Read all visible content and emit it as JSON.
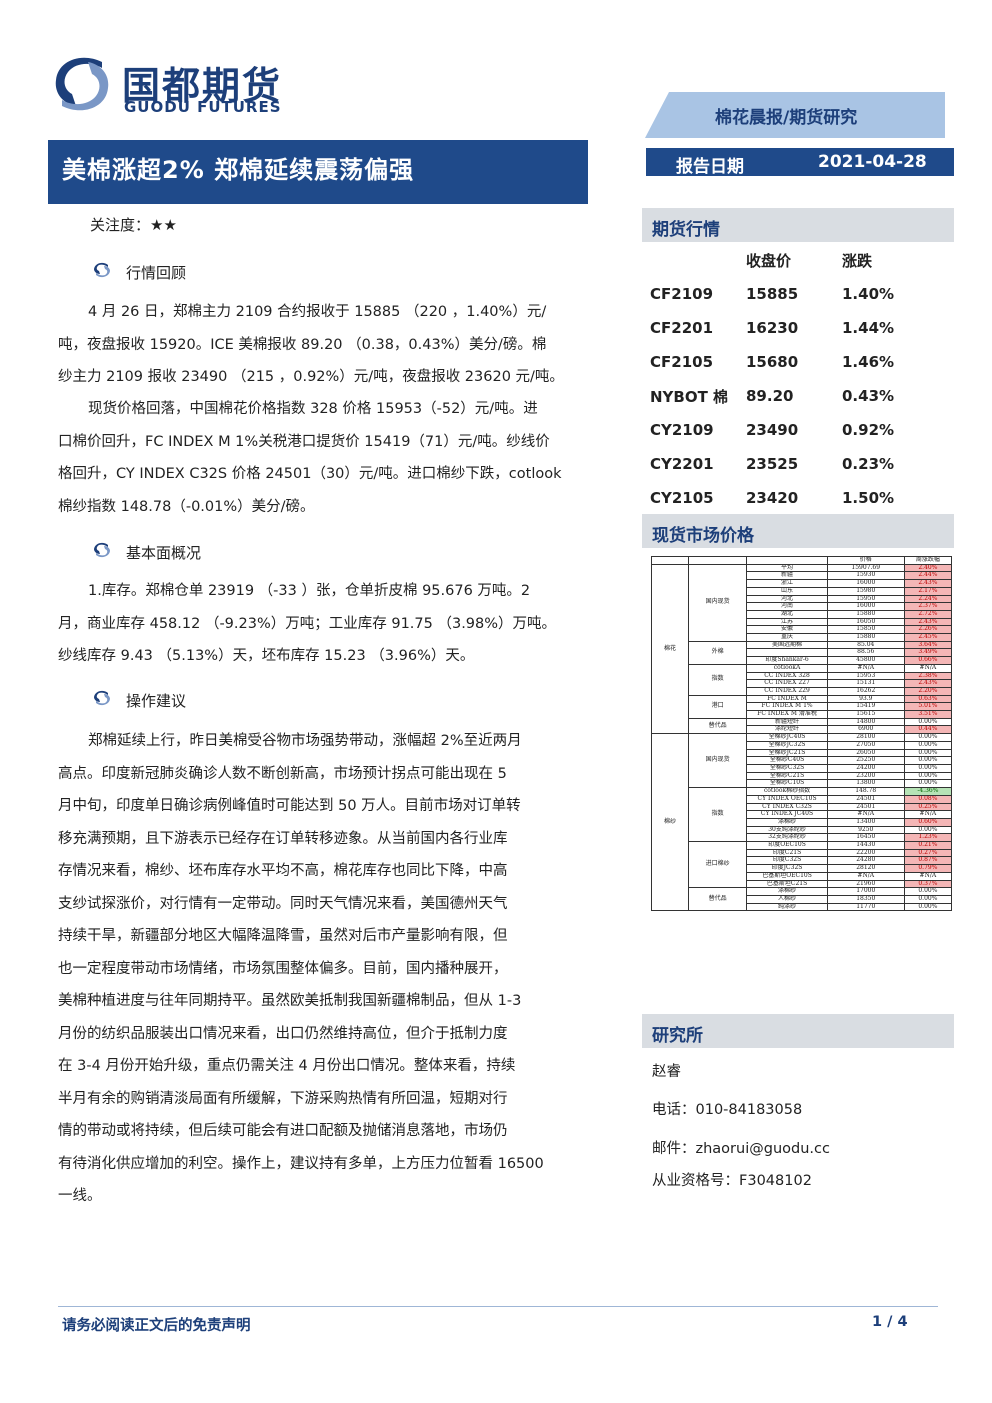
{
  "header": {
    "logo_cn": "国都期货",
    "logo_en": "GUODU FUTURES",
    "banner": "棉花晨报/期货研究",
    "title": "美棉涨超2% 郑棉延续震荡偏强",
    "date_label": "报告日期",
    "date_value": "2021-04-28"
  },
  "focus": "关注度：★★",
  "sections": {
    "review_title": "行情回顾",
    "review_p1": [
      "4 月 26 日，郑棉主力 2109 合约报收于 15885 （220 ，1.40%）元/",
      "吨，夜盘报收 15920。ICE 美棉报收 89.20 （0.38，0.43%）美分/磅。棉",
      "纱主力 2109 报收 23490 （215 ，0.92%）元/吨，夜盘报收 23620 元/吨。"
    ],
    "review_p2": [
      "现货价格回落，中国棉花价格指数 328 价格 15953（-52）元/吨。进",
      "口棉价回升，FC INDEX M 1%关税港口提货价 15419（71）元/吨。纱线价",
      "格回升，CY INDEX C32S 价格 24501（30）元/吨。进口棉纱下跌，cotlook",
      "棉纱指数 148.78（-0.01%）美分/磅。"
    ],
    "fund_title": "基本面概况",
    "fund_p": [
      "1.库存。郑棉仓单 23919 （-33 ）张，仓单折皮棉 95.676 万吨。2",
      "月，商业库存 458.12 （-9.23%）万吨；工业库存 91.75 （3.98%）万吨。",
      "纱线库存 9.43 （5.13%）天，坯布库存 15.23 （3.96%）天。"
    ],
    "advice_title": "操作建议",
    "advice_p": [
      "郑棉延续上行，昨日美棉受谷物市场强势带动，涨幅超 2%至近两月",
      "高点。印度新冠肺炎确诊人数不断创新高，市场预计拐点可能出现在 5",
      "月中旬，印度单日确诊病例峰值时可能达到 50 万人。目前市场对订单转",
      "移充满预期，且下游表示已经存在订单转移迹象。从当前国内各行业库",
      "存情况来看，棉纱、坯布库存水平均不高，棉花库存也同比下降，中高",
      "支纱试探涨价，对行情有一定带动。同时天气情况来看，美国德州天气",
      "持续干旱，新疆部分地区大幅降温降雪，虽然对后市产量影响有限，但",
      "也一定程度带动市场情绪，市场氛围整体偏多。目前，国内播种展开，",
      "美棉种植进度与往年同期持平。虽然欧美抵制我国新疆棉制品，但从 1-3",
      "月份的纺织品服装出口情况来看，出口仍然维持高位，但介于抵制力度",
      "在 3-4 月份开始升级，重点仍需关注 4 月份出口情况。整体来看，持续",
      "半月有余的购销清淡局面有所缓解，下游采购热情有所回温，短期对行",
      "情的带动或将持续，但后续可能会有进口配额及抛储消息落地，市场仍",
      "有待消化供应增加的利空。操作上，建议持有多单，上方压力位暂看 16500",
      "一线。"
    ]
  },
  "futures": {
    "title": "期货行情",
    "col_close": "收盘价",
    "col_change": "涨跌",
    "rows": [
      {
        "name": "CF2109",
        "close": "15885",
        "change": "1.40%"
      },
      {
        "name": "CF2201",
        "close": "16230",
        "change": "1.44%"
      },
      {
        "name": "CF2105",
        "close": "15680",
        "change": "1.46%"
      },
      {
        "name": "NYBOT 棉",
        "close": "89.20",
        "change": "0.43%"
      },
      {
        "name": "CY2109",
        "close": "23490",
        "change": "0.92%"
      },
      {
        "name": "CY2201",
        "close": "23525",
        "change": "0.23%"
      },
      {
        "name": "CY2105",
        "close": "23420",
        "change": "1.50%"
      }
    ]
  },
  "spot": {
    "title": "现货市场价格",
    "head_price": "价格",
    "head_change": "周涨跌幅",
    "cat_cotton": "棉花",
    "cat_yarn": "棉纱",
    "rows": [
      {
        "name": "平均",
        "price": "15907.69",
        "chg": "2.40%",
        "sign": "pos"
      },
      {
        "name": "新疆",
        "price": "15930",
        "chg": "2.44%",
        "sign": "pos"
      },
      {
        "name": "浙江",
        "price": "16000",
        "chg": "2.43%",
        "sign": "pos"
      },
      {
        "name": "山东",
        "price": "15980",
        "chg": "2.17%",
        "sign": "pos"
      },
      {
        "name": "河北",
        "price": "15950",
        "chg": "2.24%",
        "sign": "pos"
      },
      {
        "name": "河南",
        "price": "16000",
        "chg": "2.37%",
        "sign": "pos"
      },
      {
        "name": "湖北",
        "price": "15880",
        "chg": "2.72%",
        "sign": "pos"
      },
      {
        "name": "江苏",
        "price": "16050",
        "chg": "2.43%",
        "sign": "pos"
      },
      {
        "name": "安徽",
        "price": "15850",
        "chg": "2.26%",
        "sign": "pos"
      },
      {
        "name": "重庆",
        "price": "15880",
        "chg": "2.45%",
        "sign": "pos"
      },
      {
        "name": "美国远期棉",
        "price": "85.04",
        "chg": "3.64%",
        "sign": "pos"
      },
      {
        "name": "",
        "price": "88.56",
        "chg": "3.49%",
        "sign": "pos"
      },
      {
        "name": "印度Shankar-6",
        "price": "45800",
        "chg": "0.66%",
        "sign": "pos"
      },
      {
        "name": "cotlookA",
        "price": "#N/A",
        "chg": "#N/A",
        "sign": ""
      },
      {
        "name": "CC INDEX 328",
        "price": "15953",
        "chg": "2.38%",
        "sign": "pos"
      },
      {
        "name": "CC INDEX 227",
        "price": "15131",
        "chg": "2.43%",
        "sign": "pos"
      },
      {
        "name": "CC INDEX 229",
        "price": "16262",
        "chg": "2.20%",
        "sign": "pos"
      },
      {
        "name": "FC INDEX M",
        "price": "93.9",
        "chg": "0.63%",
        "sign": "pos"
      },
      {
        "name": "FC INDEX M 1%",
        "price": "15419",
        "chg": "5.01%",
        "sign": "pos"
      },
      {
        "name": "FC INDEX M 滑准税",
        "price": "15615",
        "chg": "3.51%",
        "sign": "pos"
      },
      {
        "name": "新疆短纤",
        "price": "14800",
        "chg": "0.00%",
        "sign": ""
      },
      {
        "name": "涤纶短纤",
        "price": "6900",
        "chg": "0.44%",
        "sign": "pos"
      },
      {
        "name": "全棉纱JC40S",
        "price": "28100",
        "chg": "0.00%",
        "sign": ""
      },
      {
        "name": "全棉纱JC32S",
        "price": "27050",
        "chg": "0.00%",
        "sign": ""
      },
      {
        "name": "全棉纱JC21S",
        "price": "26050",
        "chg": "0.00%",
        "sign": ""
      },
      {
        "name": "全棉纱C40S",
        "price": "25250",
        "chg": "0.00%",
        "sign": ""
      },
      {
        "name": "全棉纱C32S",
        "price": "24200",
        "chg": "0.00%",
        "sign": ""
      },
      {
        "name": "全棉纱C21S",
        "price": "23200",
        "chg": "0.00%",
        "sign": ""
      },
      {
        "name": "全棉纱C10S",
        "price": "13800",
        "chg": "0.00%",
        "sign": ""
      },
      {
        "name": "cotlook棉纱指数",
        "price": "148.78",
        "chg": "-4.36%",
        "sign": "neg"
      },
      {
        "name": "CY INDEX OEC10S",
        "price": "24501",
        "chg": "0.08%",
        "sign": "pos"
      },
      {
        "name": "CY INDEX C32S",
        "price": "24501",
        "chg": "0.25%",
        "sign": "pos"
      },
      {
        "name": "CY INDEX JC40S",
        "price": "#N/A",
        "chg": "#N/A",
        "sign": ""
      },
      {
        "name": "涤棉纱",
        "price": "13400",
        "chg": "0.60%",
        "sign": "pos"
      },
      {
        "name": "30支纯涤纶纱",
        "price": "9250",
        "chg": "0.00%",
        "sign": ""
      },
      {
        "name": "32支纯涤纶纱",
        "price": "16450",
        "chg": "1.23%",
        "sign": "pos"
      },
      {
        "name": "印度OEC10S",
        "price": "14430",
        "chg": "0.21%",
        "sign": "pos"
      },
      {
        "name": "印度C21S",
        "price": "22200",
        "chg": "0.27%",
        "sign": "pos"
      },
      {
        "name": "印度C32S",
        "price": "24280",
        "chg": "0.87%",
        "sign": "pos"
      },
      {
        "name": "印度JC32S",
        "price": "28120",
        "chg": "0.79%",
        "sign": "pos"
      },
      {
        "name": "巴基斯坦OEC10S",
        "price": "#N/A",
        "chg": "#N/A",
        "sign": ""
      },
      {
        "name": "巴基斯坦C21S",
        "price": "21960",
        "chg": "0.37%",
        "sign": "pos"
      },
      {
        "name": "涤棉纱",
        "price": "17000",
        "chg": "0.00%",
        "sign": ""
      },
      {
        "name": "人棉纱",
        "price": "18350",
        "chg": "0.00%",
        "sign": ""
      },
      {
        "name": "纯涤纱",
        "price": "11770",
        "chg": "0.00%",
        "sign": ""
      }
    ],
    "groups": [
      {
        "label": "国内现货",
        "start": 0,
        "span": 10
      },
      {
        "label": "外棉",
        "start": 10,
        "span": 3
      },
      {
        "label": "指数",
        "start": 13,
        "span": 4
      },
      {
        "label": "港口",
        "start": 17,
        "span": 3
      },
      {
        "label": "替代品",
        "start": 20,
        "span": 2
      },
      {
        "label": "国内现货",
        "start": 22,
        "span": 7
      },
      {
        "label": "指数",
        "start": 29,
        "span": 7
      },
      {
        "label": "进口棉纱",
        "start": 36,
        "span": 6
      },
      {
        "label": "替代品",
        "start": 42,
        "span": 3
      }
    ]
  },
  "research": {
    "title": "研究所",
    "name": "赵睿",
    "phone": "电话：010-84183058",
    "email": "邮件：zhaorui@guodu.cc",
    "license": "从业资格号：F3048102"
  },
  "footer": {
    "disclaimer": "请务必阅读正文后的免责声明",
    "page": "1 / 4"
  }
}
